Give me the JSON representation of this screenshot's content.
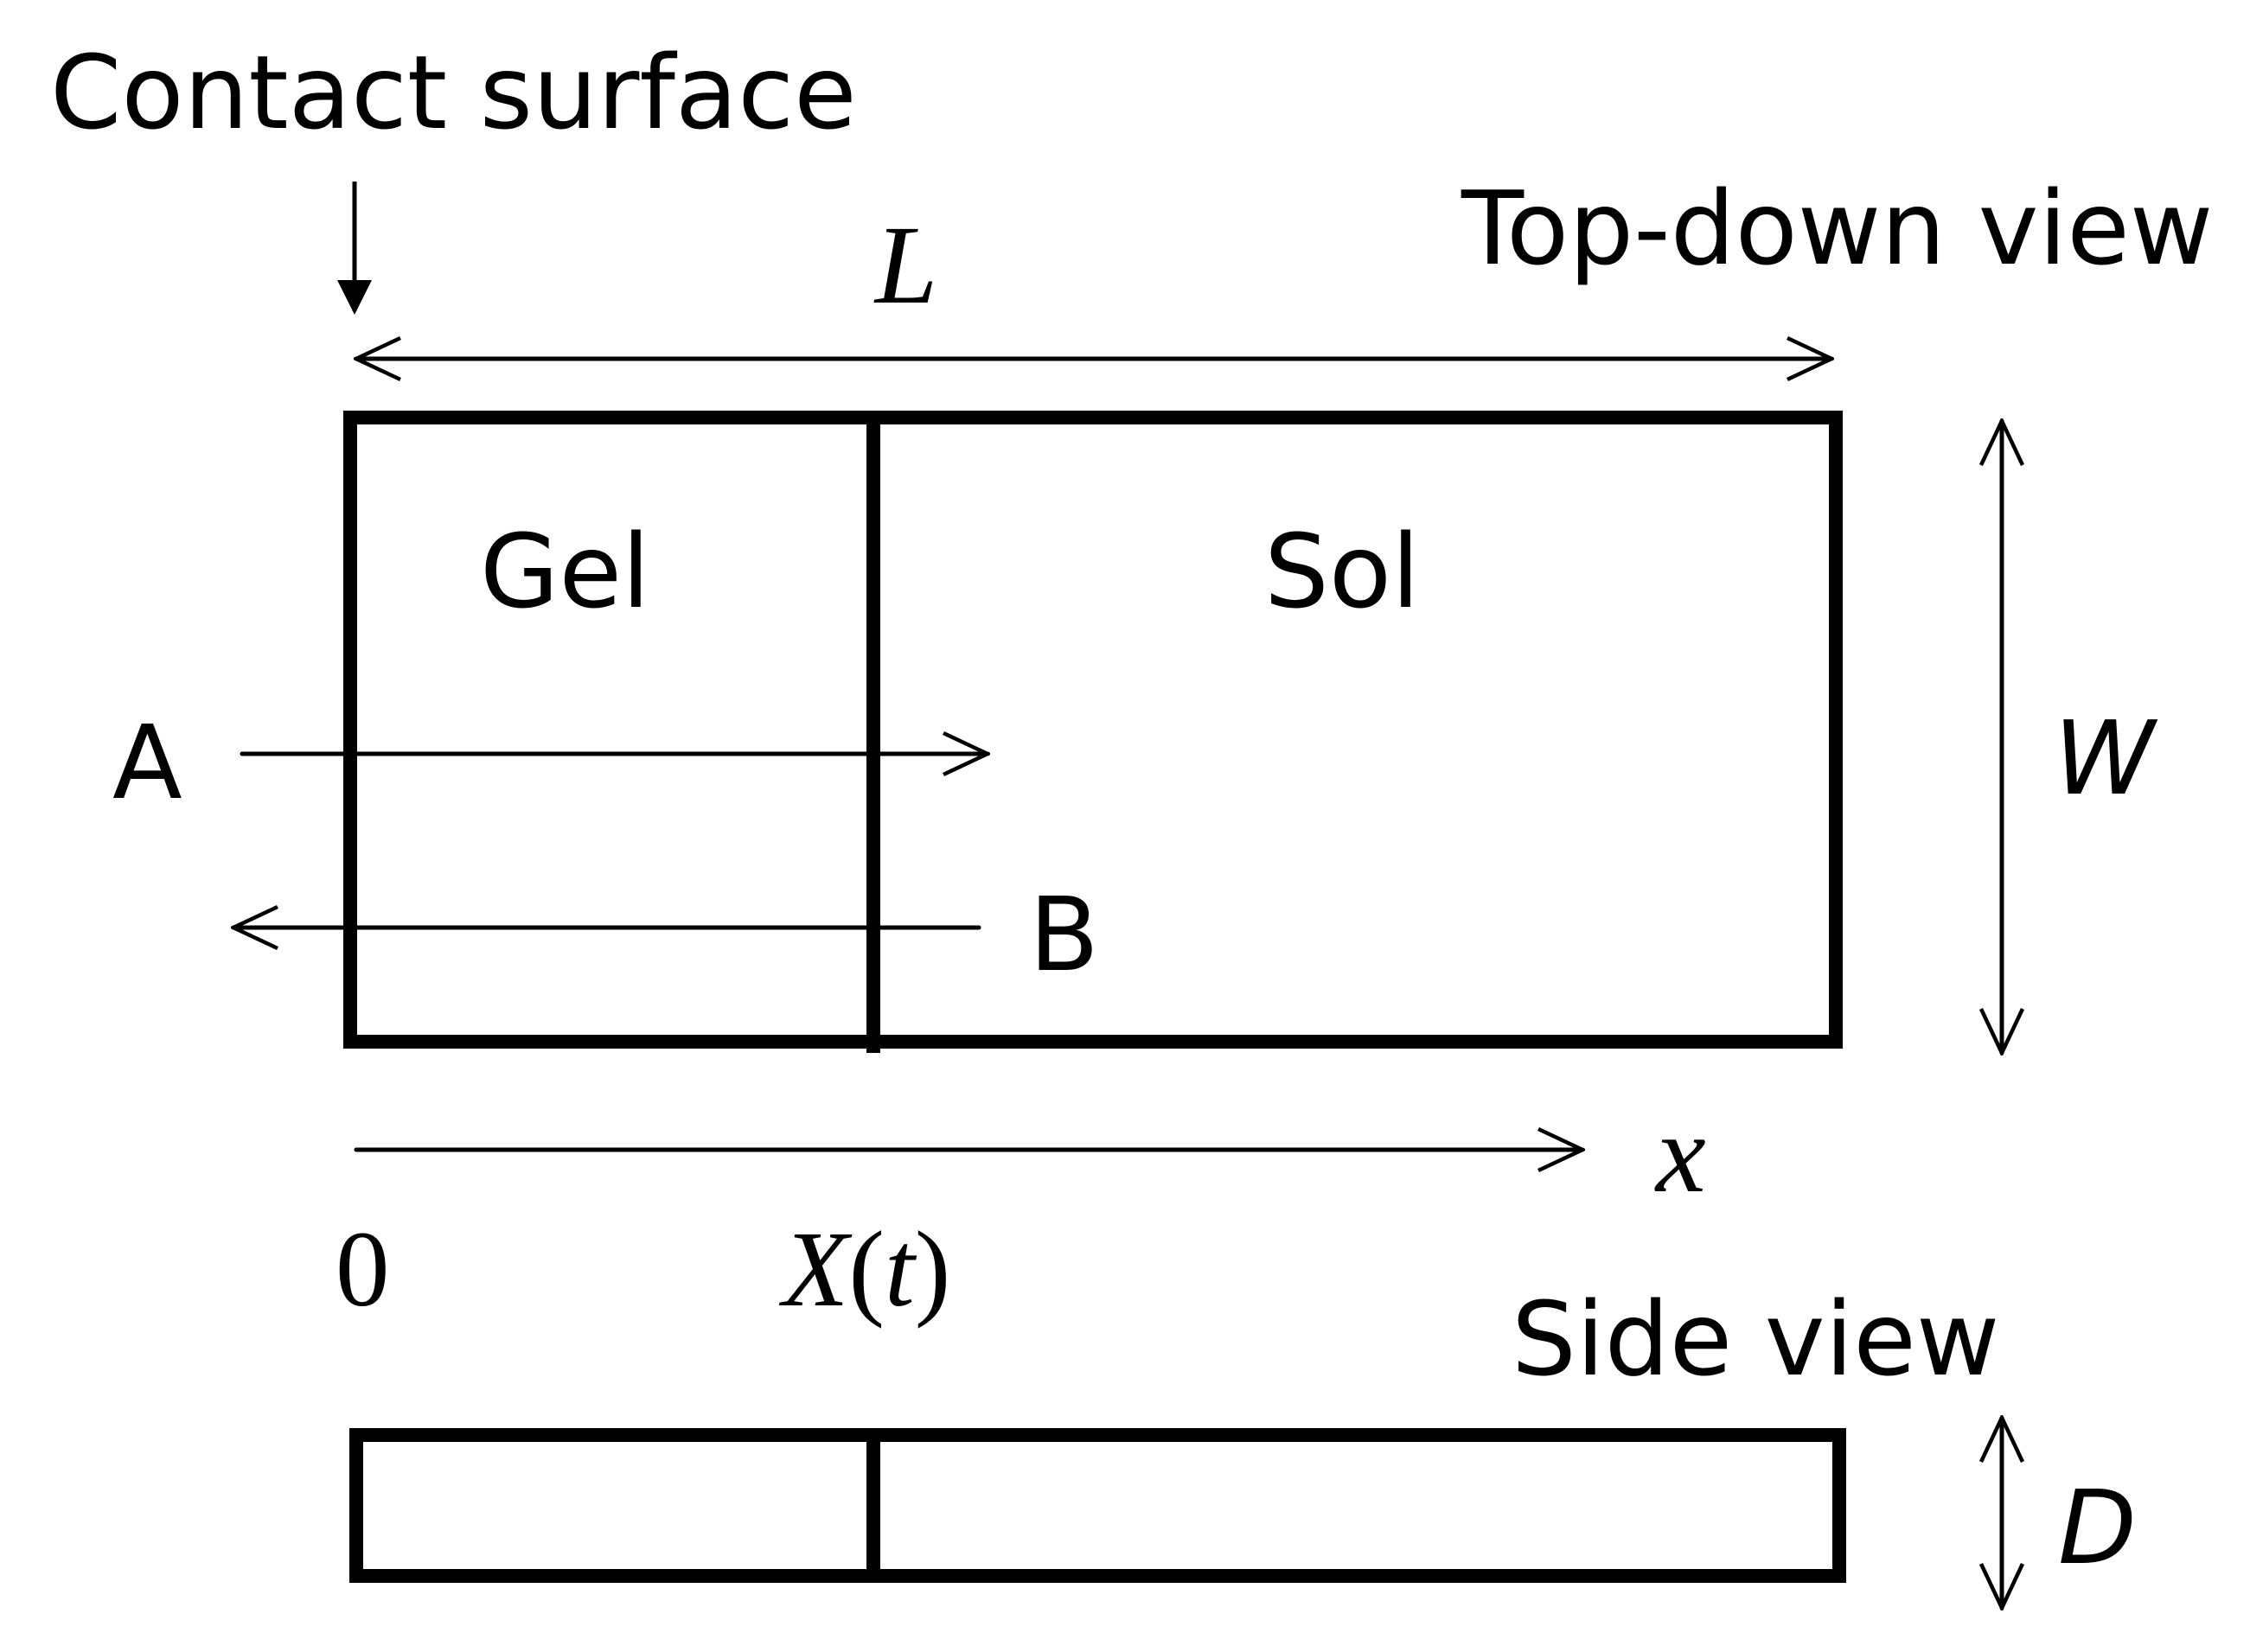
{
  "labels": {
    "contact_surface": "Contact surface",
    "top_down_view": "Top-down view",
    "side_view": "Side view",
    "gel": "Gel",
    "sol": "Sol",
    "a": "A",
    "b": "B",
    "length": "L",
    "width": "W",
    "depth": "D",
    "x_axis": "x",
    "origin": "0",
    "front_position": "X(t)",
    "front_position_var": "X",
    "front_position_open": "(",
    "front_position_arg": "t",
    "front_position_close": ")"
  }
}
